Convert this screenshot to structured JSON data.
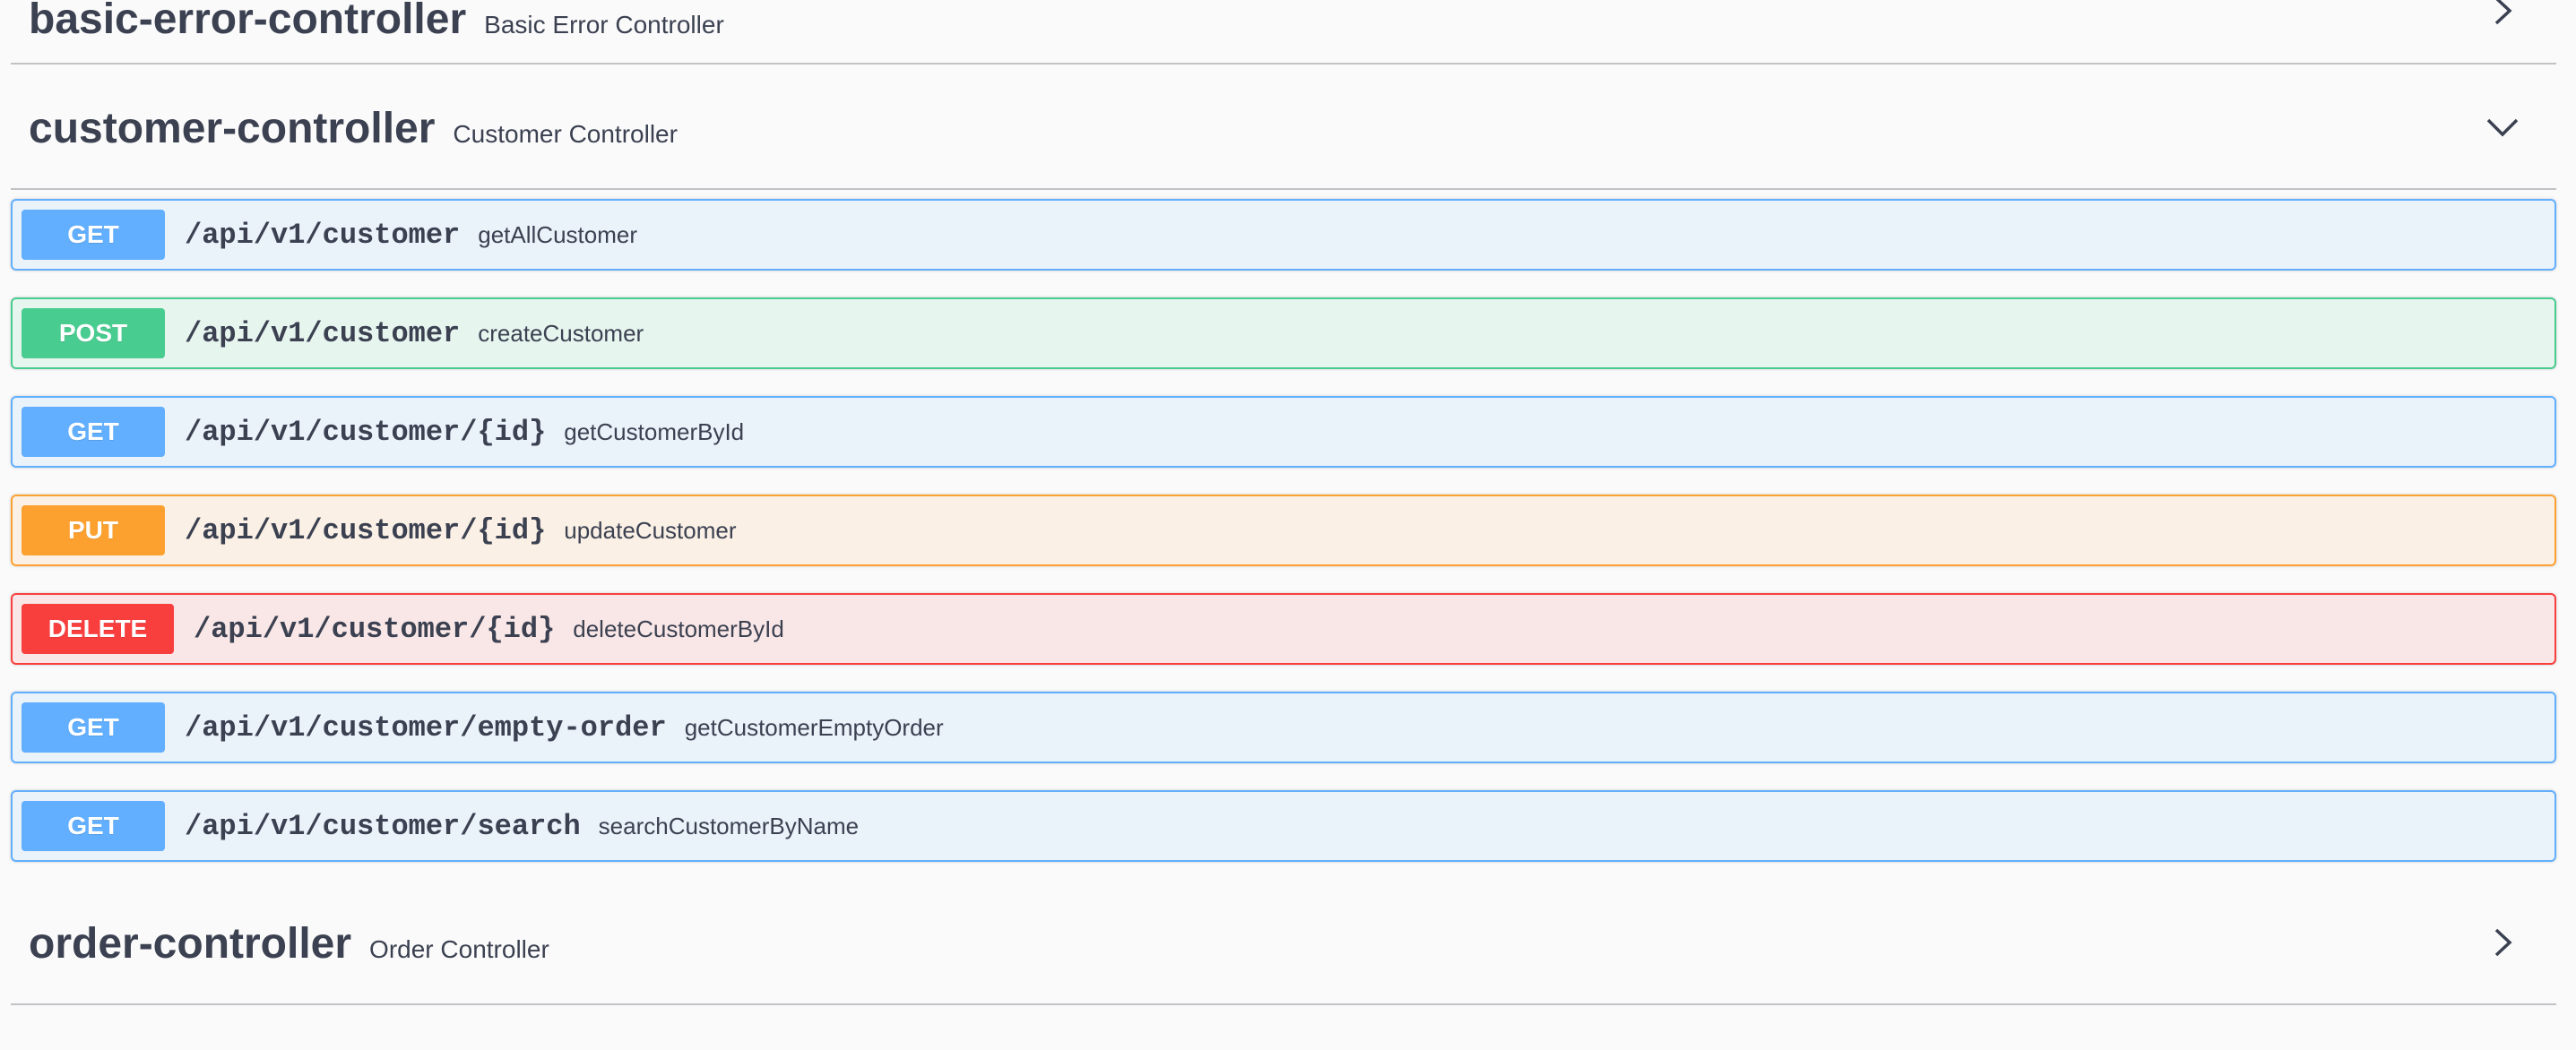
{
  "tags": [
    {
      "name": "basic-error-controller",
      "description": "Basic Error Controller",
      "expanded": false,
      "arrow_icon": "chevron-right-icon"
    },
    {
      "name": "customer-controller",
      "description": "Customer Controller",
      "expanded": true,
      "arrow_icon": "chevron-down-icon"
    },
    {
      "name": "order-controller",
      "description": "Order Controller",
      "expanded": false,
      "arrow_icon": "chevron-right-icon"
    }
  ],
  "operations": [
    {
      "method": "GET",
      "path": "/api/v1/customer",
      "summary": "getAllCustomer"
    },
    {
      "method": "POST",
      "path": "/api/v1/customer",
      "summary": "createCustomer"
    },
    {
      "method": "GET",
      "path": "/api/v1/customer/{id}",
      "summary": "getCustomerById"
    },
    {
      "method": "PUT",
      "path": "/api/v1/customer/{id}",
      "summary": "updateCustomer"
    },
    {
      "method": "DELETE",
      "path": "/api/v1/customer/{id}",
      "summary": "deleteCustomerById"
    },
    {
      "method": "GET",
      "path": "/api/v1/customer/empty-order",
      "summary": "getCustomerEmptyOrder"
    },
    {
      "method": "GET",
      "path": "/api/v1/customer/search",
      "summary": "searchCustomerByName"
    }
  ],
  "colors": {
    "get": "#61affe",
    "post": "#49cc90",
    "put": "#fca130",
    "delete": "#f93e3e",
    "text": "#3b4151"
  }
}
